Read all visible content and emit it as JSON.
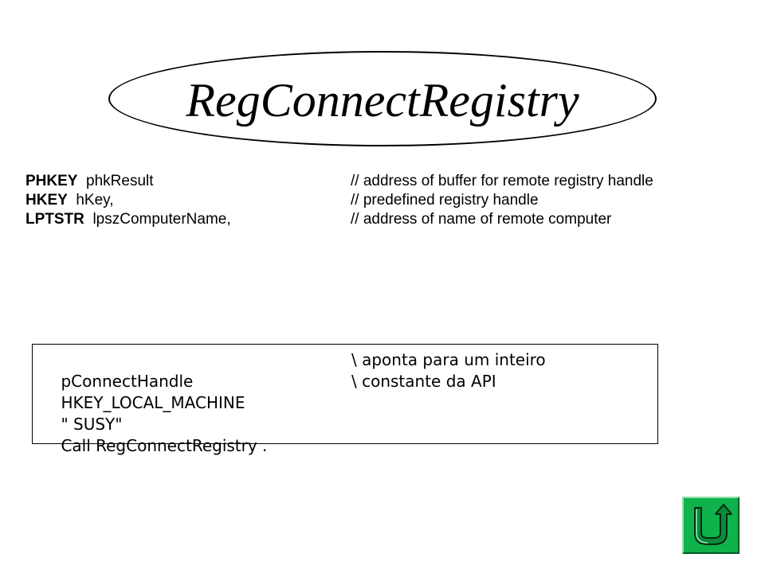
{
  "title": "RegConnectRegistry",
  "signature": [
    {
      "type": "PHKEY",
      "param": "phkResult",
      "comment": "// address of buffer for remote registry handle"
    },
    {
      "type": "HKEY",
      "param": "hKey,",
      "comment": "// predefined registry handle"
    },
    {
      "type": "LPTSTR",
      "param": "lpszComputerName,",
      "comment": "// address of name of remote computer"
    }
  ],
  "code": [
    {
      "text": "pConnectHandle",
      "comment": "\\ aponta para um inteiro"
    },
    {
      "text": "HKEY_LOCAL_MACHINE",
      "comment": "\\ constante da API"
    },
    {
      "text": "\" SUSY\"",
      "comment": ""
    },
    {
      "text": "Call RegConnectRegistry .",
      "comment": ""
    }
  ],
  "nav": {
    "icon": "return-arrow-icon",
    "color": "#0fb24b"
  }
}
